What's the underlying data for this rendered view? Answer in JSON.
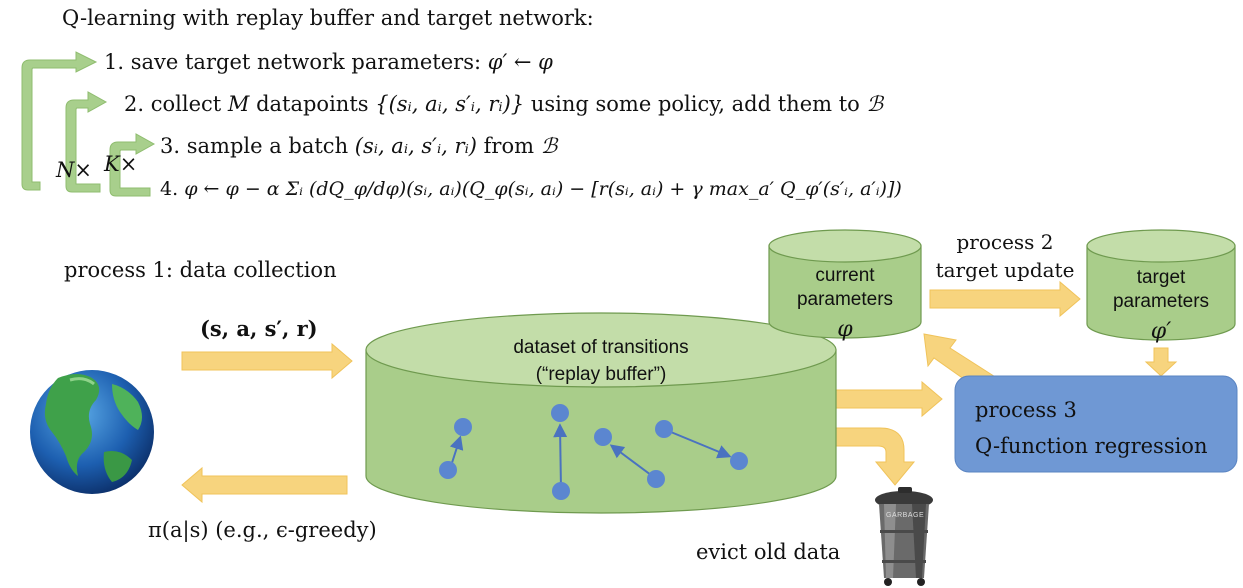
{
  "algorithm": {
    "title": "Q-learning with replay buffer and target network:",
    "steps": [
      {
        "num": "1.",
        "text": "save target network parameters: ",
        "math": "φ′ ← φ"
      },
      {
        "num": "2.",
        "text": "collect ",
        "math": "M",
        "text2": " datapoints ",
        "math2": "{(sᵢ, aᵢ, s′ᵢ, rᵢ)}",
        "text3": " using some policy, add them to ",
        "math3": "ℬ"
      },
      {
        "num": "3.",
        "text": "sample a batch ",
        "math": "(sᵢ, aᵢ, s′ᵢ, rᵢ)",
        "text2": " from ",
        "math2": "ℬ"
      },
      {
        "num": "4.",
        "math": "φ ← φ − α Σᵢ (dQ_φ/dφ)(sᵢ, aᵢ)(Q_φ(sᵢ, aᵢ) − [r(sᵢ, aᵢ) + γ max_a′ Q_φ′(s′ᵢ, a′ᵢ)])"
      }
    ],
    "loop_labels": {
      "outer": "N×",
      "inner": "K×"
    }
  },
  "process1": {
    "label": "process 1: data collection",
    "to_buffer": "(s, a, s′, r)",
    "policy": "π(a|s) (e.g., ϵ-greedy)"
  },
  "buffer": {
    "title_line1": "dataset of transitions",
    "title_line2": "(“replay buffer”)"
  },
  "evict": {
    "label": "evict old data",
    "can_text": "GARBAGE"
  },
  "current_params": {
    "line1": "current",
    "line2": "parameters",
    "symbol": "φ"
  },
  "target_params": {
    "line1": "target",
    "line2": "parameters",
    "symbol": "φ′"
  },
  "process2": {
    "line1": "process 2",
    "line2": "target update"
  },
  "process3": {
    "line1": "process 3",
    "line2": "Q-function regression"
  },
  "colors": {
    "green_fill": "#a9cd8a",
    "green_top": "#c3dda9",
    "green_stroke": "#6f9a4f",
    "arrow_yellow": "#f7d47e",
    "blue_box": "#6f98d4",
    "dot_blue": "#5b86d0",
    "loop_green": "#a8cf8c"
  }
}
